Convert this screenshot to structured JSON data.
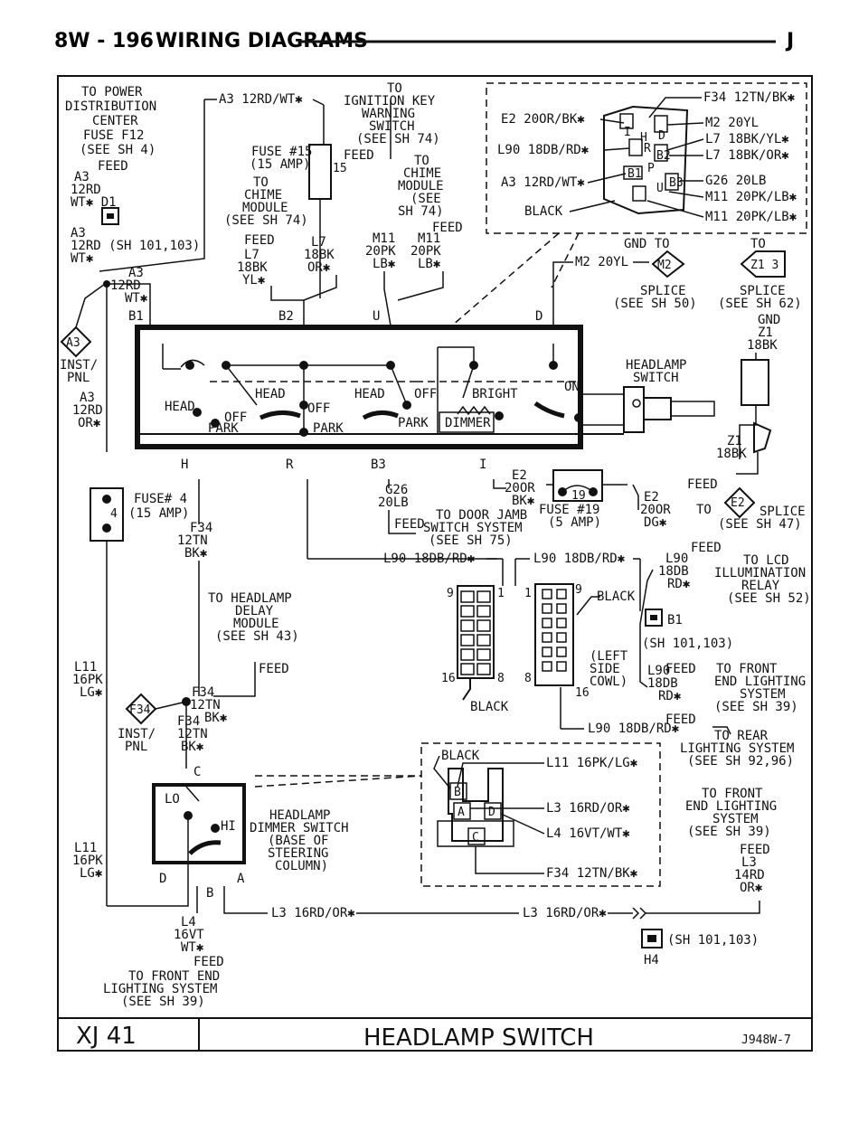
{
  "header": {
    "page": "8W - 196",
    "section": "WIRING DIAGRAMS",
    "model_letter": "J"
  },
  "footer": {
    "model": "XJ 41",
    "title": "HEADLAMP SWITCH",
    "code": "J948W-7"
  },
  "labels": {
    "pdc": [
      "TO POWER",
      "DISTRIBUTION",
      "CENTER",
      "FUSE F12",
      "(SEE SH 4)"
    ],
    "feed": "FEED",
    "a3_12rd": "A3",
    "a3_12rd_2": "12RD",
    "wt_d1": "WT✱ D1",
    "a3_sh": [
      "A3",
      "12RD (SH 101,103)",
      "WT✱"
    ],
    "a3_rd_wt_top": "A3 12RD/WT✱",
    "ign_key": [
      "TO",
      "IGNITION KEY",
      "WARNING",
      "SWITCH",
      "(SEE SH 74)"
    ],
    "fuse15": [
      "FUSE #15",
      "(15 AMP)"
    ],
    "fuse15_num": "15",
    "chime_left": [
      "TO",
      "CHIME",
      "MODULE",
      "(SEE SH 74)"
    ],
    "chime_right": [
      "TO",
      "CHIME",
      "MODULE",
      "(SEE",
      "SH 74)"
    ],
    "l7_18bk_yl": [
      "L7",
      "18BK",
      "YL✱"
    ],
    "l7_18bk_or": [
      "L7",
      "18BK",
      "OR✱"
    ],
    "m11_left": [
      "M11",
      "20PK",
      "LB✱"
    ],
    "m11_right": [
      "M11",
      "20PK",
      "LB✱"
    ],
    "box_right": {
      "f34": "F34 12TN/BK✱",
      "e2": "E2 20OR/BK✱",
      "m2": "M2 20YL",
      "l90": "L90 18DB/RD✱",
      "l7yl": "L7 18BK/YL✱",
      "l7or": "L7 18BK/OR✱",
      "a3": "A3 12RD/WT✱",
      "g26": "G26 20LB",
      "black": "BLACK",
      "m11a": "M11 20PK/LB✱",
      "m11b": "M11 20PK/LB✱",
      "pins": [
        "I",
        "H",
        "D",
        "R",
        "B2",
        "B1",
        "P",
        "U",
        "B3"
      ]
    },
    "gnd_to": "GND TO",
    "to": "TO",
    "m2_20yl": "M2 20YL",
    "m2": "M2",
    "z1_3": "Z1 3",
    "splice50": [
      "SPLICE",
      "(SEE SH 50)"
    ],
    "splice62": [
      "SPLICE",
      "(SEE SH 62)"
    ],
    "gnd": "GND",
    "z1_18bk_top": [
      "Z1",
      "18BK"
    ],
    "a3_inst": "A3",
    "inst_pnl": [
      "INST/",
      "PNL"
    ],
    "a3_12rd_or": [
      "A3",
      "12RD",
      "OR✱"
    ],
    "a3_rd_wt_mid": [
      "A3",
      "12RD",
      "WT✱"
    ],
    "b1": "B1",
    "b2": "B2",
    "u": "U",
    "d": "D",
    "h": "H",
    "r": "R",
    "b3": "B3",
    "i": "I",
    "switch": {
      "headlamp_switch": [
        "HEADLAMP",
        "SWITCH"
      ],
      "head1": "HEAD",
      "head2": "HEAD",
      "head3": "HEAD",
      "off1": "OFF",
      "off2": "OFF",
      "off3": "OFF",
      "park1": "PARK",
      "park2": "PARK",
      "park3": "PARK",
      "bright": "BRIGHT",
      "on": "ON",
      "dimmer": "DIMMER"
    },
    "z1_18bk": [
      "Z1",
      "18BK"
    ],
    "fuse4": [
      "FUSE# 4",
      "(15 AMP)"
    ],
    "fuse4_num": "4",
    "f34_12tn_bk": [
      "F34",
      "12TN",
      "BK✱"
    ],
    "g26_20lb": [
      "G26",
      "20LB"
    ],
    "door_jamb": [
      "TO DOOR JAMB",
      "SWITCH SYSTEM",
      "(SEE SH 75)"
    ],
    "e2_20or_bk": [
      "E2",
      "20OR",
      "BK✱"
    ],
    "fuse19": [
      "FUSE #19",
      "(5 AMP)"
    ],
    "fuse19_num": "19",
    "e2_20or_dg": [
      "E2",
      "20OR",
      "DG✱"
    ],
    "feed_to": "TO",
    "e2_circle": "E2",
    "splice47": [
      "SPLICE",
      "(SEE SH 47)"
    ],
    "l90_left": "L90 18DB/RD✱",
    "l90_right": "L90 18DB/RD✱",
    "l90_lcd": [
      "L90",
      "18DB",
      "RD✱"
    ],
    "lcd": [
      "TO LCD",
      "ILLUMINATION",
      "RELAY",
      "(SEE SH 52)"
    ],
    "conn_left_pins": [
      "9",
      "1",
      "16",
      "8"
    ],
    "conn_right_pins": [
      "1",
      "9",
      "8",
      "16"
    ],
    "black": "BLACK",
    "left_side_cowl": [
      "(LEFT",
      "SIDE",
      "COWL)"
    ],
    "b1_sh": "B1",
    "sh101": "(SH 101,103)",
    "delay_module": [
      "TO HEADLAMP",
      "DELAY",
      "MODULE",
      "(SEE SH 43)"
    ],
    "l90_front": [
      "L90",
      "18DB",
      "RD✱"
    ],
    "front_end": [
      "TO FRONT",
      "END LIGHTING",
      "SYSTEM",
      "(SEE SH 39)"
    ],
    "l11_16pk_lg": [
      "L11",
      "16PK",
      "LG✱"
    ],
    "f34_circle": "F34",
    "f34_12tn_bk_b": [
      "F34",
      "12TN",
      "BK✱"
    ],
    "f34_12tn_bk_c": [
      "F34",
      "12TN",
      "BK✱"
    ],
    "inst_pnl_2": [
      "INST/",
      "PNL"
    ],
    "l90_rear": "L90 18DB/RD✱",
    "rear_lighting": [
      "TO REAR",
      "LIGHTING SYSTEM",
      "(SEE SH 92,96)"
    ],
    "c": "C",
    "dimmer_box": {
      "black": "BLACK",
      "l11": "L11 16PK/LG✱",
      "l3": "L3 16RD/OR✱",
      "l4": "L4 16VT/WT✱",
      "f34": "F34 12TN/BK✱",
      "pins": [
        "B",
        "A",
        "D",
        "C"
      ]
    },
    "dimmer_switch": [
      "HEADLAMP",
      "DIMMER SWITCH",
      "(BASE OF",
      "STEERING",
      "COLUMN)"
    ],
    "lo": "LO",
    "hi": "HI",
    "l11_b": [
      "L11",
      "16PK",
      "LG✱"
    ],
    "pin_d": "D",
    "pin_b": "B",
    "pin_a": "A",
    "front_end_r": [
      "TO FRONT",
      "END LIGHTING",
      "SYSTEM",
      "(SEE SH 39)"
    ],
    "l3_14rd_or": [
      "L3",
      "14RD",
      "OR✱"
    ],
    "l3_16rd_or_a": "L3 16RD/OR✱",
    "l3_16rd_or_b": "L3 16RD/OR✱",
    "l4_16vt": [
      "L4",
      "16VT",
      "WT✱"
    ],
    "front_end_bottom": [
      "TO FRONT END",
      "LIGHTING SYSTEM",
      "(SEE SH 39)"
    ],
    "h4": "H4",
    "sh101_b": "(SH 101,103)"
  }
}
